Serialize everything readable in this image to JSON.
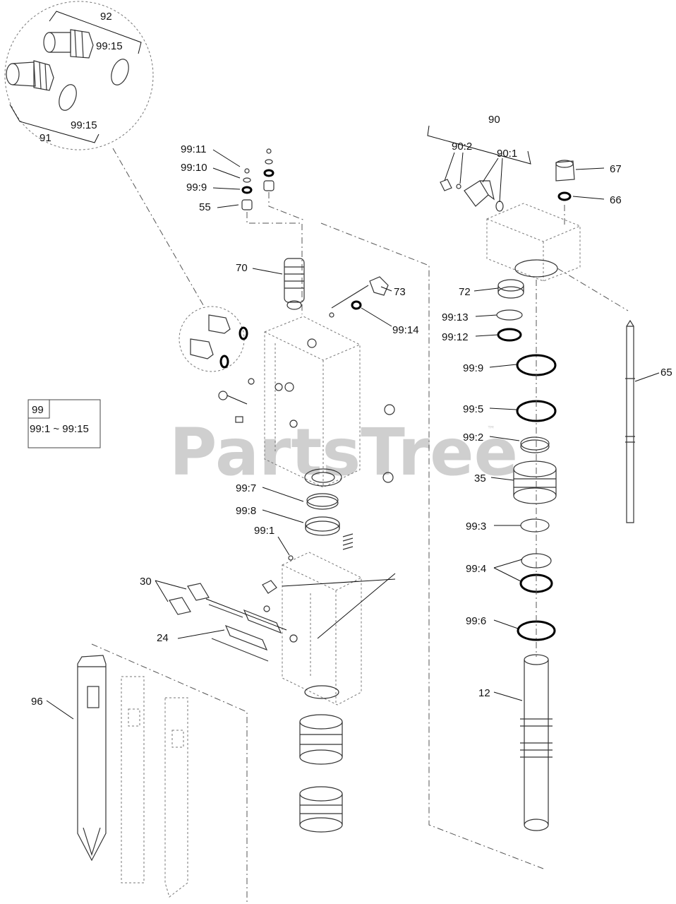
{
  "watermark": {
    "text": "PartsTree",
    "trademark": "™"
  },
  "kit_box": {
    "number": "99",
    "range": "99:1 ~ 99:15"
  },
  "callouts": {
    "c92": "92",
    "c91": "91",
    "c99_15a": "99:15",
    "c99_15b": "99:15",
    "c99_11": "99:11",
    "c99_10": "99:10",
    "c99_9a": "99:9",
    "c55": "55",
    "c70": "70",
    "c73": "73",
    "c99_14": "99:14",
    "c99_7": "99:7",
    "c99_8": "99:8",
    "c99_1": "99:1",
    "c30": "30",
    "c24": "24",
    "c96": "96",
    "c90": "90",
    "c90_2": "90:2",
    "c90_1": "90:1",
    "c67": "67",
    "c66": "66",
    "c72": "72",
    "c99_13": "99:13",
    "c99_12": "99:12",
    "c99_9b": "99:9",
    "c65": "65",
    "c99_5": "99:5",
    "c99_2": "99:2",
    "c35": "35",
    "c99_3": "99:3",
    "c99_4": "99:4",
    "c99_6": "99:6",
    "c12": "12"
  }
}
